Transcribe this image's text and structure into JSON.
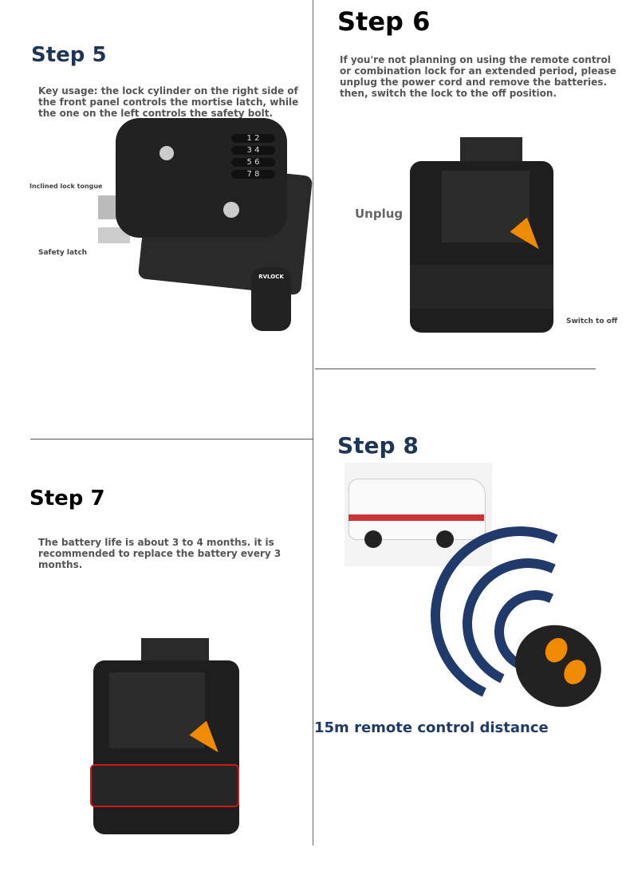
{
  "step5": {
    "title": "Step 5",
    "text": "Key usage: the lock cylinder on the right side of the front panel controls the mortise latch, while the one on the left controls the safety bolt.",
    "label_tongue": "Inclined lock tongue",
    "label_latch": "Safety latch",
    "keypad": [
      "1 2",
      "3 4",
      "5 6",
      "7 8"
    ],
    "remote_brand": "RVLOCK"
  },
  "step6": {
    "title": "Step 6",
    "text": "If you're not planning on using the remote control or combination lock for an extended period, please unplug the power cord and remove the batteries. then, switch the lock to the off position.",
    "label_unplug": "Unplug",
    "label_switch": "Switch to off"
  },
  "step7": {
    "title": "Step 7",
    "text": "The battery life is about 3 to 4 months. it is recommended to replace the battery every 3 months."
  },
  "step8": {
    "title": "Step 8",
    "caption": "15m remote control distance"
  },
  "colors": {
    "navy": "#1f3556",
    "knob": "#f08a00",
    "highlight": "#d01818"
  }
}
